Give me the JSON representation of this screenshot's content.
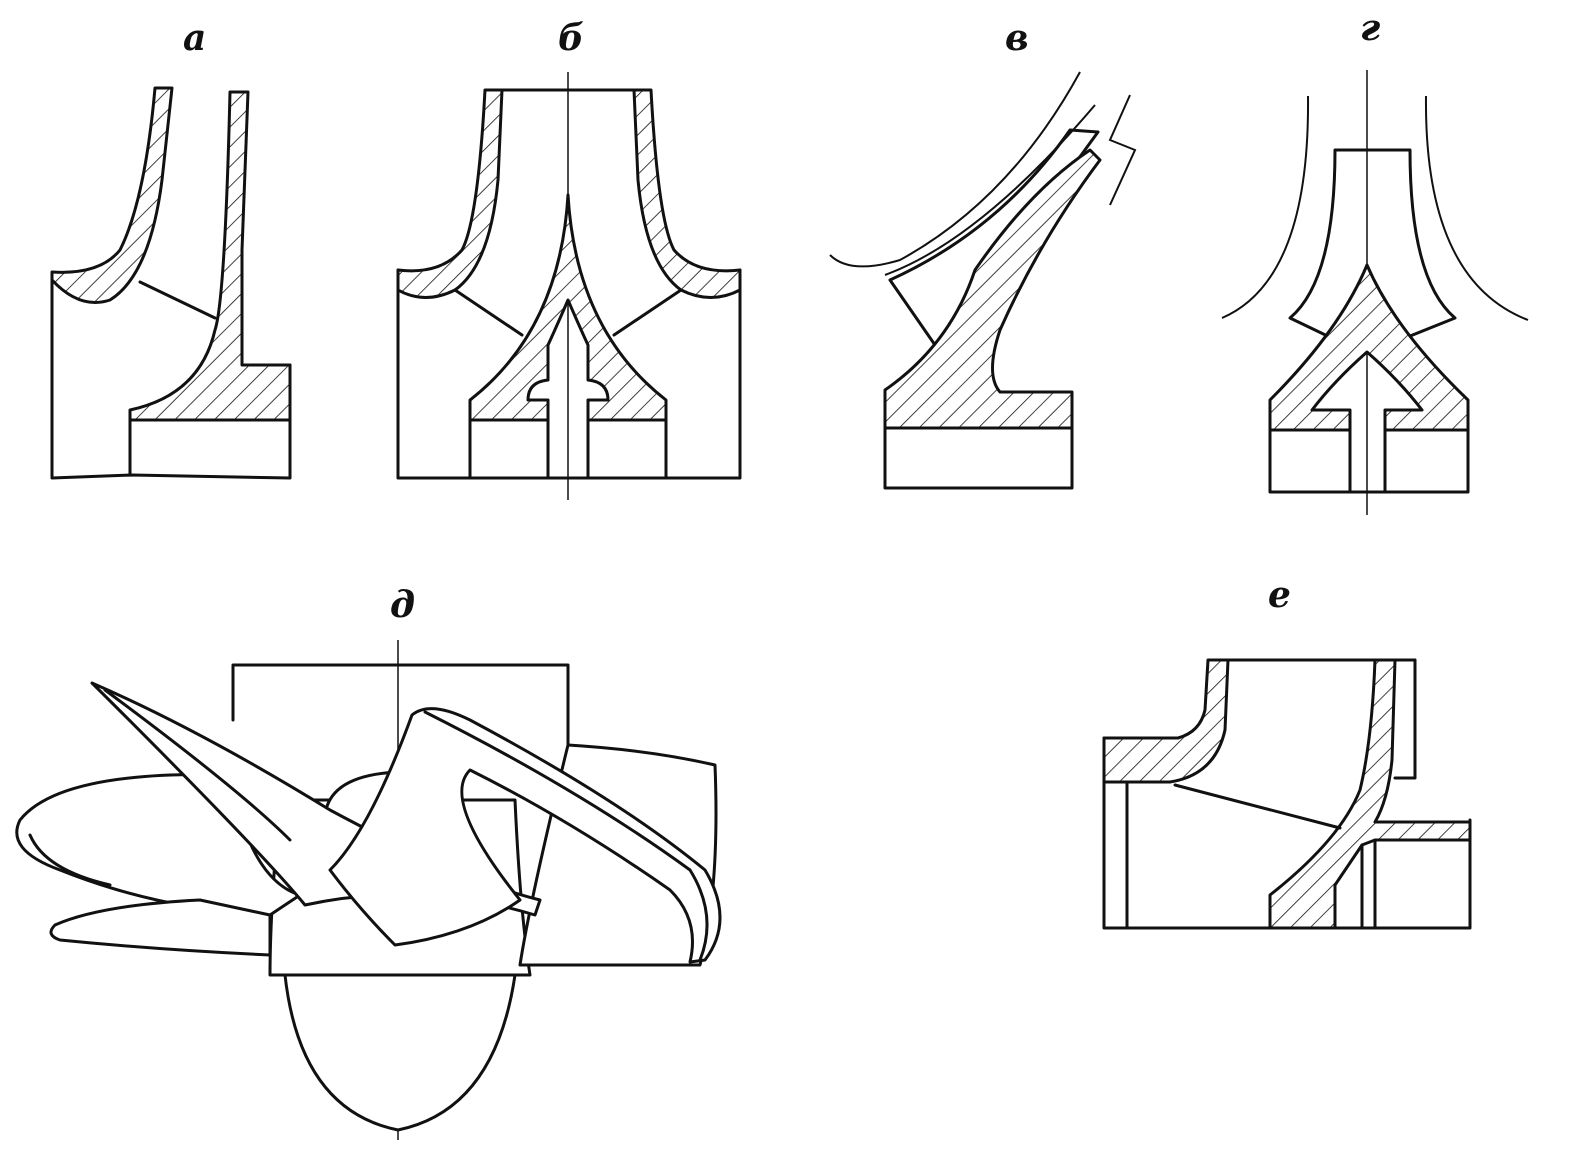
{
  "labels": {
    "a": "а",
    "b": "б",
    "v": "в",
    "g": "г",
    "d": "д",
    "e": "е"
  },
  "colors": {
    "ink": "#111111",
    "paper": "#ffffff"
  }
}
